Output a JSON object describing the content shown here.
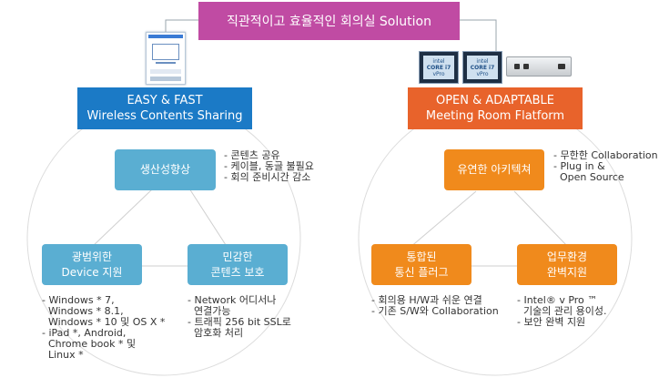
{
  "title": "직관적이고 효율적인 회의실 Solution",
  "left": {
    "header": [
      "EASY & FAST",
      "Wireless Contents Sharing"
    ],
    "top_node": {
      "label": [
        "생산성향상"
      ],
      "bullets": [
        "콘텐츠 공유",
        "케이블, 동글 불필요",
        "회의 준비시간 감소"
      ]
    },
    "bottom_left_node": {
      "label": [
        "광범위한",
        "Device 지원"
      ],
      "bullets": [
        "Windows * 7,\n  Windows * 8.1,\n  Windows * 10 및 OS X *",
        "iPad *, Android,\n  Chrome book * 및\n  Linux *"
      ]
    },
    "bottom_right_node": {
      "label": [
        "민감한",
        "콘텐츠 보호"
      ],
      "bullets": [
        "Network 어디서나\n  연결가능",
        "트래픽 256 bit SSL로\n  암호화 처리"
      ]
    }
  },
  "right": {
    "header": [
      "OPEN & ADAPTABLE",
      "Meeting  Room Flatform"
    ],
    "top_node": {
      "label": [
        "유연한 아키텍쳐"
      ],
      "bullets": [
        "무한한 Collaboration",
        "Plug in &\n  Open Source"
      ]
    },
    "bottom_left_node": {
      "label": [
        "통합된",
        "통신 플러그"
      ],
      "bullets": [
        "회의용 H/W과 쉬운 연결",
        "기존 S/W와 Collaboration"
      ]
    },
    "bottom_right_node": {
      "label": [
        "업무환경",
        "완벽지원"
      ],
      "bullets": [
        "Intel® v Pro ™\n  기술의 관리 용이성.",
        "보안 완벽 지원"
      ]
    }
  },
  "chips": [
    {
      "brand": "intel",
      "line1": "CORE i7",
      "line2": "vPro"
    },
    {
      "brand": "intel",
      "line1": "CORE i7",
      "line2": "vPro"
    }
  ],
  "colors": {
    "title": "#c04ba3",
    "left_header": "#1b7ac6",
    "right_header": "#e8632b",
    "left_node": "#5aaed2",
    "right_node": "#f08a1c"
  }
}
